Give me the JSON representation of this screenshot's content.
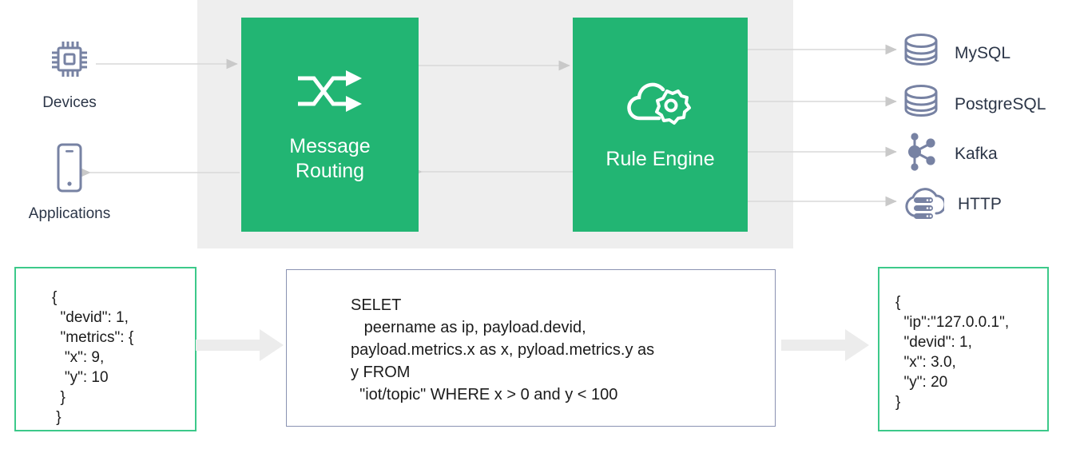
{
  "diagram": {
    "title": "EMQX message routing and rule engine data flow",
    "colors": {
      "accent_green": "#22b573",
      "panel_gray": "#eeeeee",
      "icon_blue": "#7782a3",
      "text_navy": "#2c3648",
      "json_border": "#3cc98a",
      "sql_border": "#8a92b2",
      "wire_gray": "#d4d4d4",
      "block_arrow": "#ececec"
    }
  },
  "sources": [
    {
      "label": "Devices",
      "icon": "chip-icon"
    },
    {
      "label": "Applications",
      "icon": "smartphone-icon"
    }
  ],
  "processes": [
    {
      "label": "Message\nRouting",
      "icon": "shuffle-arrows-icon"
    },
    {
      "label": "Rule Engine",
      "icon": "cloud-gear-icon"
    }
  ],
  "sinks": [
    {
      "label": "MySQL",
      "icon": "database-icon"
    },
    {
      "label": "PostgreSQL",
      "icon": "database-icon"
    },
    {
      "label": "Kafka",
      "icon": "network-nodes-icon"
    },
    {
      "label": "HTTP",
      "icon": "cloud-server-icon"
    }
  ],
  "flow": {
    "input_json": "{\n  \"devid\": 1,\n  \"metrics\": {\n   \"x\": 9,\n   \"y\": 10\n  }\n }\n}",
    "sql": "SELET\n   peername as ip, payload.devid,\npayload.metrics.x as x, pyload.metrics.y as\ny FROM\n  \"iot/topic\" WHERE x > 0 and y < 100",
    "output_json": "{\n  \"ip\":\"127.0.0.1\",\n  \"devid\": 1,\n  \"x\": 3.0,\n  \"y\": 20\n}"
  }
}
